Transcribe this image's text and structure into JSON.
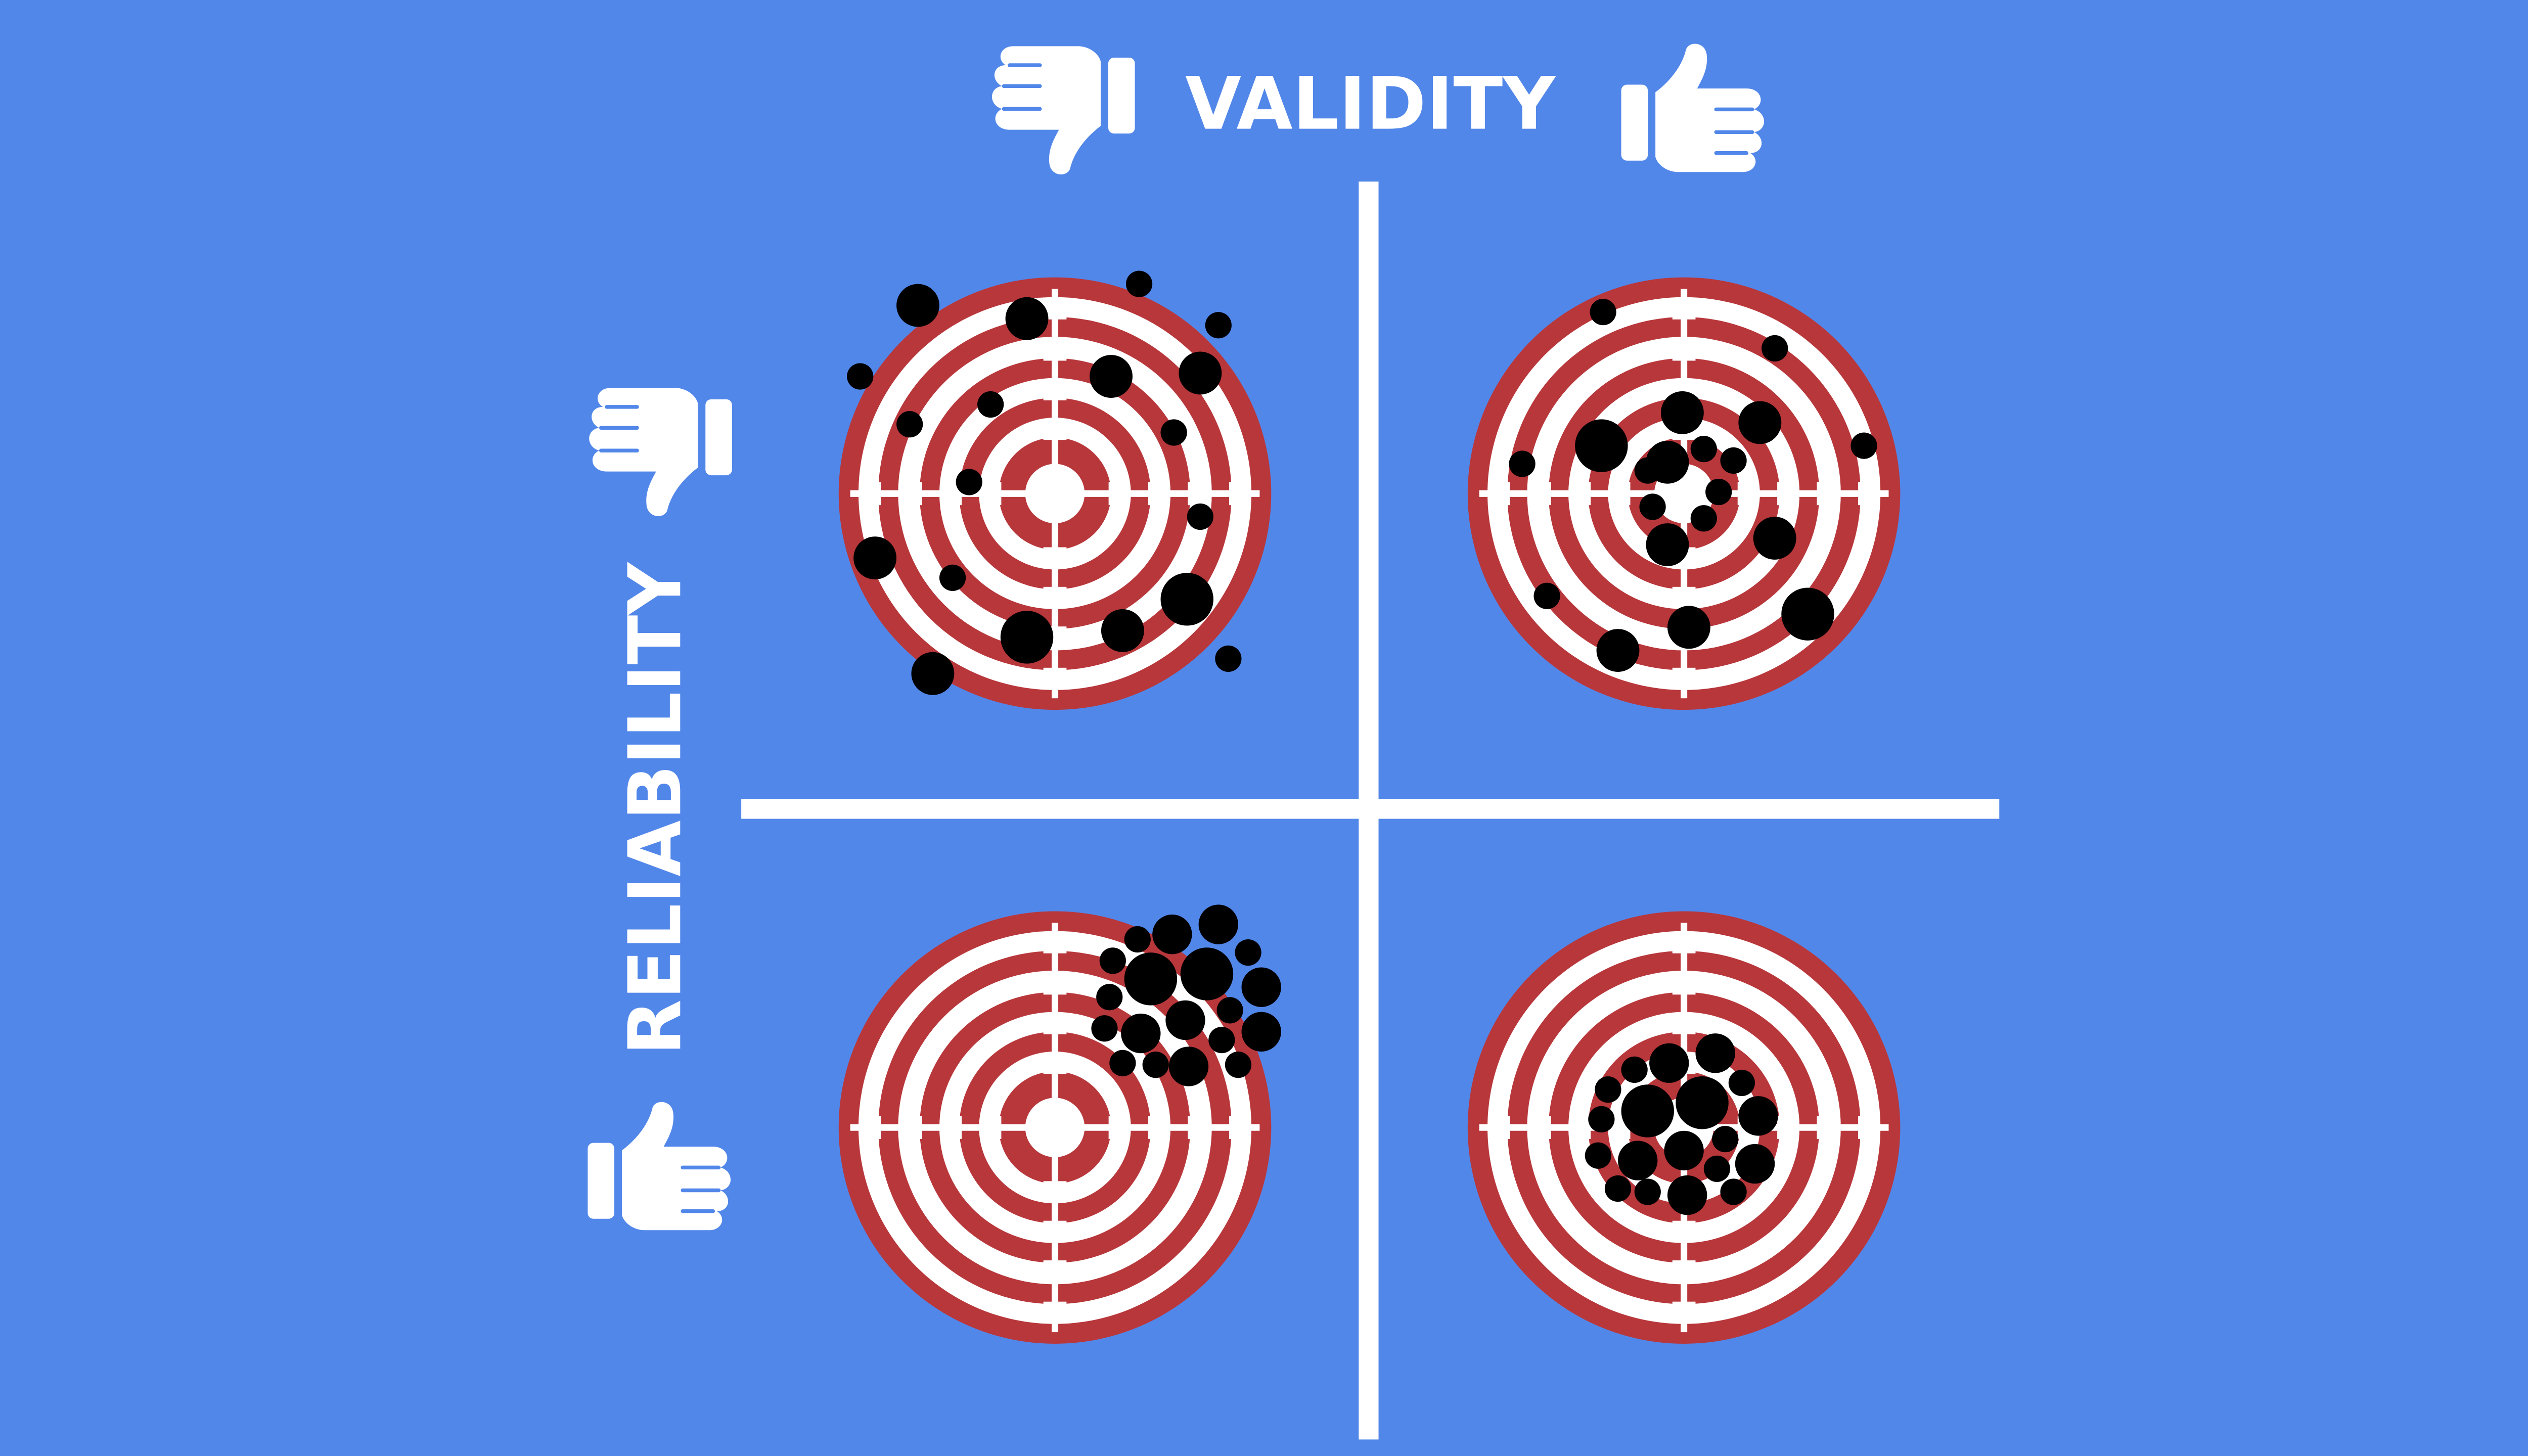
{
  "labels": {
    "top_axis": "VALIDITY",
    "left_axis": "RELIABILITY"
  },
  "colors": {
    "background": "#5287ea",
    "ring_red": "#b8373b",
    "ring_white": "#ffffff",
    "shot": "#000000",
    "divider": "#ffffff"
  },
  "icons": {
    "top_left": "thumbs-down-icon",
    "top_right": "thumbs-up-icon",
    "left_top": "thumbs-down-icon",
    "left_bottom": "thumbs-up-icon"
  },
  "quadrants": [
    {
      "id": "low-reliability-low-validity",
      "validity": "low",
      "reliability": "low",
      "shot_pattern": "scattered, off-center"
    },
    {
      "id": "low-reliability-high-validity",
      "validity": "high",
      "reliability": "low",
      "shot_pattern": "scattered around center"
    },
    {
      "id": "high-reliability-low-validity",
      "validity": "low",
      "reliability": "high",
      "shot_pattern": "tight cluster, off-center"
    },
    {
      "id": "high-reliability-high-validity",
      "validity": "high",
      "reliability": "high",
      "shot_pattern": "tight cluster on center"
    }
  ]
}
